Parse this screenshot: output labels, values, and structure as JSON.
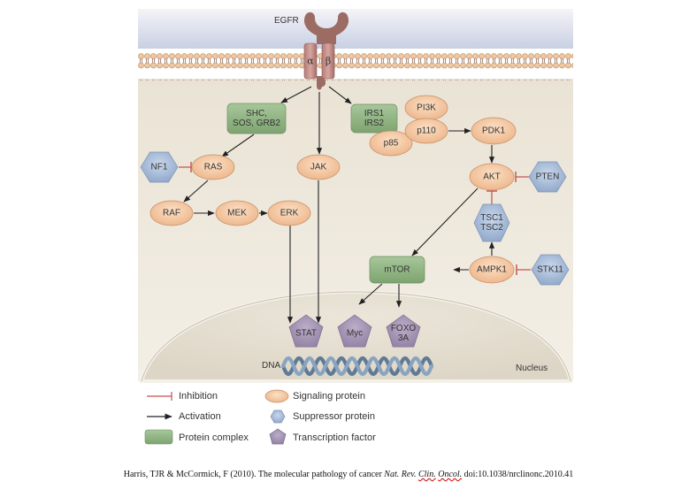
{
  "diagram": {
    "receptor": {
      "label": "EGFR",
      "alpha": "α",
      "beta": "β"
    },
    "nodes": {
      "shc": {
        "type": "complex",
        "lines": [
          "SHC,",
          "SOS, GRB2"
        ]
      },
      "irs": {
        "type": "complex",
        "lines": [
          "IRS1",
          "IRS2"
        ]
      },
      "mtor": {
        "type": "complex",
        "lines": [
          "mTOR"
        ]
      },
      "pi3k": {
        "type": "signaling",
        "lines": [
          "PI3K"
        ]
      },
      "p110": {
        "type": "signaling",
        "lines": [
          "p110"
        ]
      },
      "p85": {
        "type": "signaling",
        "lines": [
          "p85"
        ]
      },
      "pdk1": {
        "type": "signaling",
        "lines": [
          "PDK1"
        ]
      },
      "akt": {
        "type": "signaling",
        "lines": [
          "AKT"
        ]
      },
      "ras": {
        "type": "signaling",
        "lines": [
          "RAS"
        ]
      },
      "jak": {
        "type": "signaling",
        "lines": [
          "JAK"
        ]
      },
      "raf": {
        "type": "signaling",
        "lines": [
          "RAF"
        ]
      },
      "mek": {
        "type": "signaling",
        "lines": [
          "MEK"
        ]
      },
      "erk": {
        "type": "signaling",
        "lines": [
          "ERK"
        ]
      },
      "ampk1": {
        "type": "signaling",
        "lines": [
          "AMPK1"
        ]
      },
      "nf1": {
        "type": "suppressor",
        "lines": [
          "NF1"
        ]
      },
      "pten": {
        "type": "suppressor",
        "lines": [
          "PTEN"
        ]
      },
      "tsc": {
        "type": "suppressor",
        "lines": [
          "TSC1",
          "TSC2"
        ]
      },
      "stk11": {
        "type": "suppressor",
        "lines": [
          "STK11"
        ]
      },
      "stat": {
        "type": "transcription",
        "lines": [
          "STAT"
        ]
      },
      "myc": {
        "type": "transcription",
        "lines": [
          "Myc"
        ]
      },
      "foxo": {
        "type": "transcription",
        "lines": [
          "FOXO",
          "3A"
        ]
      }
    },
    "edges": [
      {
        "from": "egfr",
        "to": "shc",
        "kind": "activation"
      },
      {
        "from": "egfr",
        "to": "jak",
        "kind": "activation"
      },
      {
        "from": "egfr",
        "to": "irs",
        "kind": "activation"
      },
      {
        "from": "shc",
        "to": "ras",
        "kind": "activation"
      },
      {
        "from": "nf1",
        "to": "ras",
        "kind": "inhibition"
      },
      {
        "from": "ras",
        "to": "raf",
        "kind": "activation"
      },
      {
        "from": "raf",
        "to": "mek",
        "kind": "activation"
      },
      {
        "from": "mek",
        "to": "erk",
        "kind": "activation"
      },
      {
        "from": "erk",
        "to": "stat",
        "kind": "activation"
      },
      {
        "from": "jak",
        "to": "stat",
        "kind": "activation"
      },
      {
        "from": "p110",
        "to": "pdk1",
        "kind": "activation"
      },
      {
        "from": "pdk1",
        "to": "akt",
        "kind": "activation"
      },
      {
        "from": "pten",
        "to": "akt",
        "kind": "inhibition"
      },
      {
        "from": "tsc",
        "to": "akt",
        "kind": "inhibition"
      },
      {
        "from": "akt",
        "to": "mtor",
        "kind": "activation"
      },
      {
        "from": "ampk1",
        "to": "tsc",
        "kind": "activation"
      },
      {
        "from": "ampk1",
        "to": "mtor",
        "kind": "activation"
      },
      {
        "from": "stk11",
        "to": "ampk1",
        "kind": "inhibition"
      },
      {
        "from": "mtor",
        "to": "myc",
        "kind": "activation"
      },
      {
        "from": "mtor",
        "to": "foxo",
        "kind": "activation"
      }
    ],
    "labels": {
      "dna": "DNA",
      "nucleus": "Nucleus"
    },
    "colors": {
      "complex": "#8fb482",
      "signaling": "#f3c9a4",
      "suppressor": "#a9bfdb",
      "transcription": "#a898b6",
      "inhibition": "#c0504d",
      "activation": "#222222"
    }
  },
  "legend": {
    "items": [
      {
        "key": "inhibition",
        "label": "Inhibition"
      },
      {
        "key": "activation",
        "label": "Activation"
      },
      {
        "key": "complex",
        "label": "Protein complex"
      },
      {
        "key": "signaling",
        "label": "Signaling protein"
      },
      {
        "key": "suppressor",
        "label": "Suppressor protein"
      },
      {
        "key": "transcription",
        "label": "Transcription factor"
      }
    ]
  },
  "citation": {
    "prefix": "Harris, TJR & McCormick, F (2010). The molecular pathology of cancer ",
    "journal_a": "Nat. Rev. ",
    "journal_b": "Clin.",
    "journal_c": " ",
    "journal_d": "Oncol.",
    "suffix": " doi:10.1038/nrclinonc.2010.41"
  }
}
